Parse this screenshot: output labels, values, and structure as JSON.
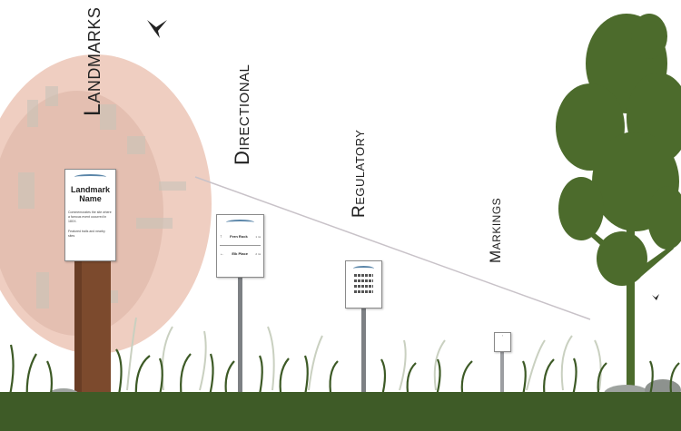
{
  "categories": [
    {
      "key": "landmarks",
      "label": "Landmarks"
    },
    {
      "key": "directional",
      "label": "Directional"
    },
    {
      "key": "regulatory",
      "label": "Regulatory"
    },
    {
      "key": "markings",
      "label": "Markings"
    }
  ],
  "landmark_sign": {
    "title_line1": "Landmark",
    "title_line2": "Name",
    "body": "Commemorates the site where a famous event occurred in 18XX.",
    "footer": "Featured trails and nearby sites"
  },
  "directional_sign": {
    "rows": [
      {
        "arrow": "↑",
        "place": "Fern Rock",
        "distance": "1 mi"
      },
      {
        "arrow": "←",
        "place": "Elk Place",
        "distance": "2 mi"
      }
    ]
  },
  "marking_sign": {
    "text": "↑"
  },
  "colors": {
    "dish": "#e8c0b2",
    "grass": "#3d5a26",
    "tree": "#4c6b2c",
    "trunk": "#7a4a2c",
    "post": "#7d8084"
  }
}
